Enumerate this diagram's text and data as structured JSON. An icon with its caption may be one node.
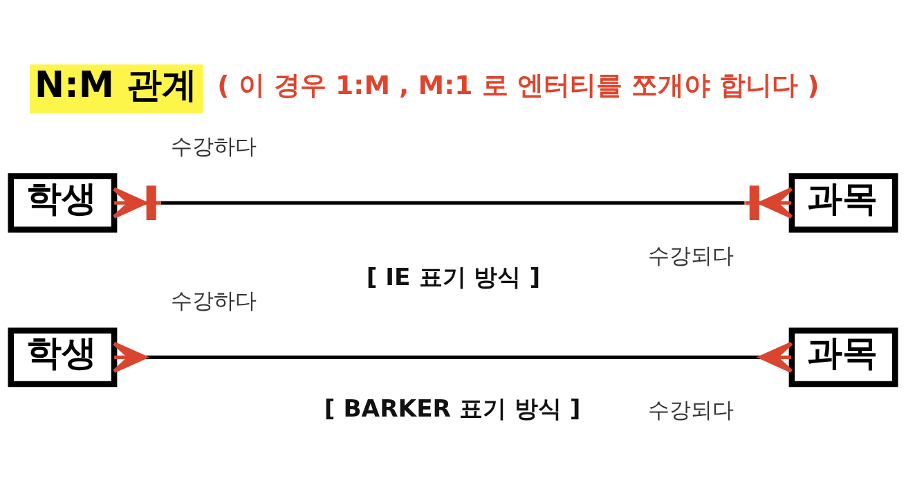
{
  "diagram": {
    "title": "N:M 관계",
    "caption": "( 이 경우 1:M , M:1 로 엔터티를 쪼개야 합니다 )",
    "nodes": [
      {
        "text": [
          "학생"
        ]
      },
      {
        "text": [
          "과목"
        ]
      },
      {
        "text": [
          "학생"
        ]
      },
      {
        "text": [
          "과목"
        ]
      }
    ],
    "edges": [
      {
        "from": 0,
        "to": 1,
        "arrow": "other"
      },
      {
        "from": 2,
        "to": 3,
        "arrow": "other"
      }
    ],
    "labels": [
      "수강하다",
      "수강되다",
      "[ IE 표기 방식 ]",
      "수강하다",
      "수강되다",
      "[ BARKER 표기 방식 ]"
    ]
  }
}
